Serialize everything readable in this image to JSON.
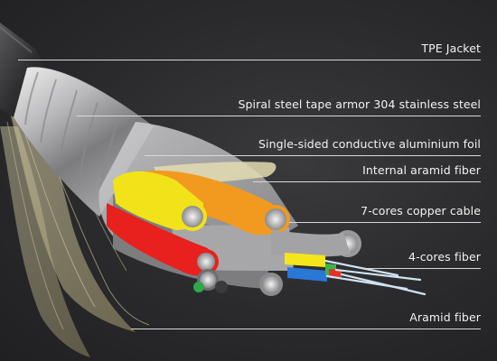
{
  "labels": [
    {
      "id": "tpe-jacket",
      "text": "TPE Jacket"
    },
    {
      "id": "spiral-armor",
      "text": "Spiral steel tape armor 304 stainless steel"
    },
    {
      "id": "aluminium-foil",
      "text": "Single-sided conductive aluminium foil"
    },
    {
      "id": "internal-aramid",
      "text": "Internal aramid fiber"
    },
    {
      "id": "copper-cable",
      "text": "7-cores copper cable"
    },
    {
      "id": "fiber-cores",
      "text": "4-cores fiber"
    },
    {
      "id": "aramid-fiber",
      "text": "Aramid fiber"
    }
  ],
  "colors": {
    "background": "#2b2b2d",
    "label_text": "#f2f2f2",
    "leader_line": "#d8d8d8",
    "core_yellow": "#f2e21a",
    "core_orange": "#f29a1f",
    "core_red": "#e8201e",
    "core_gray": "#9a9a9a",
    "fiber_yellow": "#f5e61c",
    "fiber_blue": "#2a78d6",
    "fiber_green": "#3bb54a",
    "fiber_red": "#e5302a",
    "aramid": "#d9cc9a"
  }
}
